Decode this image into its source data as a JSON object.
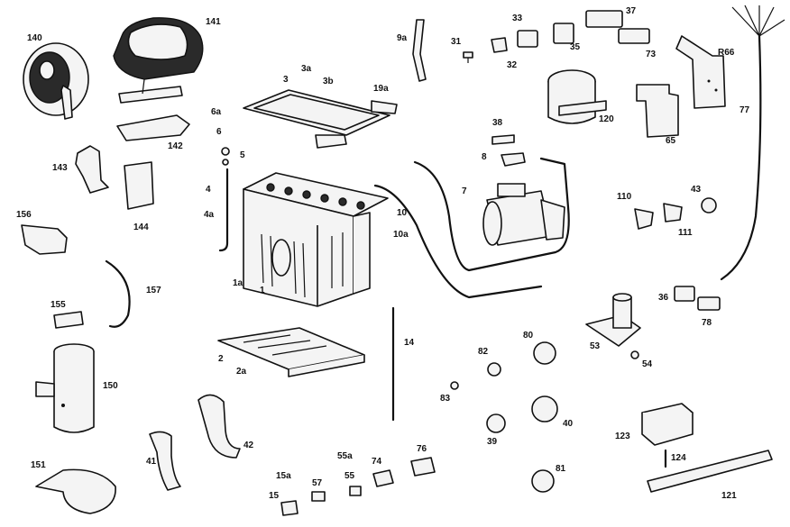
{
  "labels": {
    "l140": "140",
    "l141": "141",
    "l9a": "9a",
    "l31": "31",
    "l32": "32",
    "l33": "33",
    "l35": "35",
    "l37": "37",
    "l73": "73",
    "lR66": "R66",
    "l3": "3",
    "l3a": "3a",
    "l3b": "3b",
    "l19a": "19a",
    "l6a": "6a",
    "l6": "6",
    "l5": "5",
    "l142": "142",
    "l143": "143",
    "l144": "144",
    "l38": "38",
    "l8": "8",
    "l120": "120",
    "l65": "65",
    "l77": "77",
    "l7": "7",
    "l4": "4",
    "l4a": "4a",
    "l10": "10",
    "l10a": "10a",
    "l110": "110",
    "l43": "43",
    "l111": "111",
    "l156": "156",
    "l1a": "1a",
    "l1": "1",
    "l157": "157",
    "l36": "36",
    "l78": "78",
    "l155": "155",
    "l14": "14",
    "l80": "80",
    "l53": "53",
    "l82": "82",
    "l54": "54",
    "l2": "2",
    "l2a": "2a",
    "l150": "150",
    "l83": "83",
    "l40": "40",
    "l39": "39",
    "l123": "123",
    "l42": "42",
    "l41": "41",
    "l124": "124",
    "l55a": "55a",
    "l76": "76",
    "l74": "74",
    "l15a": "15a",
    "l55": "55",
    "l57": "57",
    "l81": "81",
    "l151": "151",
    "l15": "15",
    "l121": "121"
  }
}
